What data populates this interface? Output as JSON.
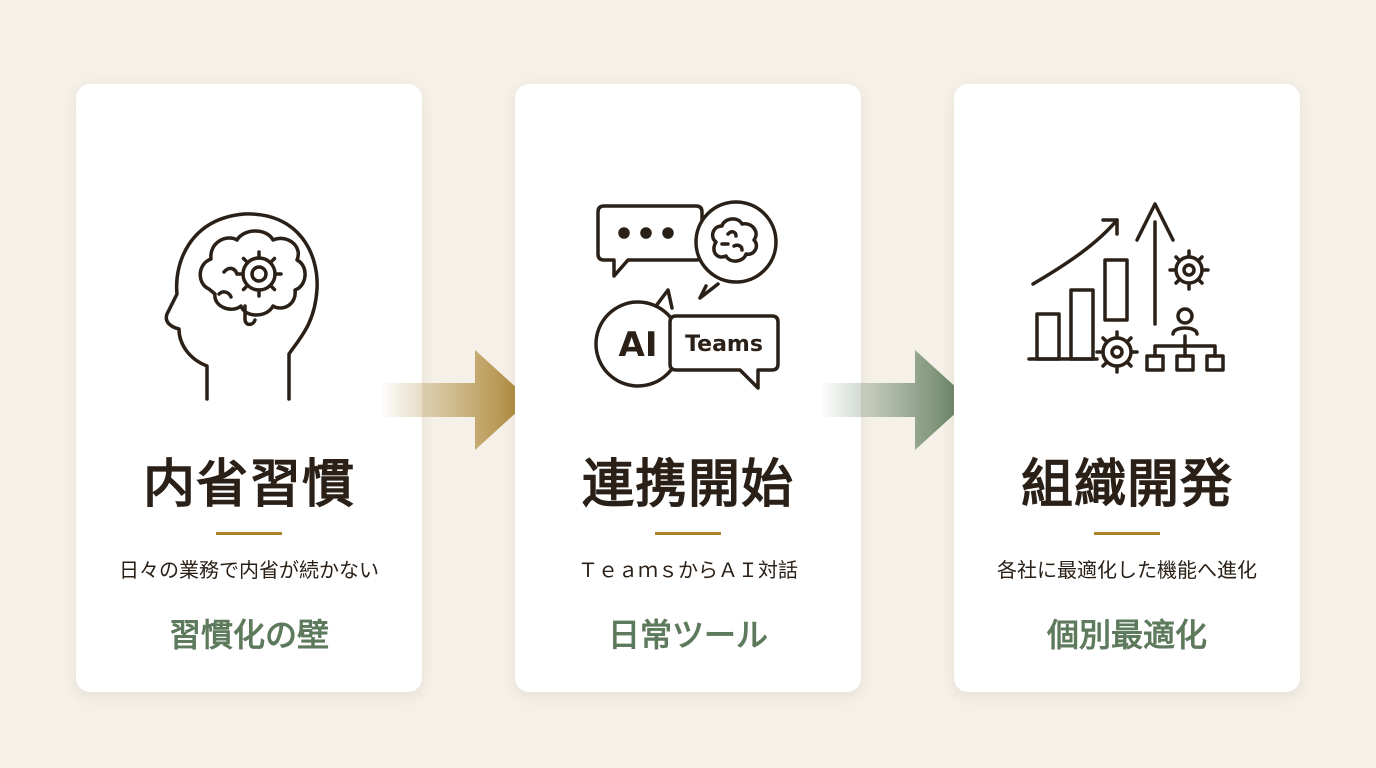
{
  "colors": {
    "background": "#f5f1e8",
    "card": "#ffffff",
    "title": "#2a2017",
    "accent_gold": "#a8822f",
    "accent_green": "#5e7a5c"
  },
  "steps": [
    {
      "icon": "head-with-gear-brain-icon",
      "title": "内省習慣",
      "description": "日々の業務で内省が続かない",
      "tag": "習慣化の壁"
    },
    {
      "icon": "ai-teams-chat-bubbles-icon",
      "icon_labels": {
        "ai": "AI",
        "teams": "Teams"
      },
      "title": "連携開始",
      "description": "ＴｅａｍｓからＡＩ対話",
      "tag": "日常ツール"
    },
    {
      "icon": "growth-chart-gear-org-icon",
      "title": "組織開発",
      "description": "各社に最適化した機能へ進化",
      "tag": "個別最適化"
    }
  ],
  "arrows": [
    {
      "icon": "gold-gradient-arrow-icon"
    },
    {
      "icon": "green-gradient-arrow-icon"
    }
  ]
}
